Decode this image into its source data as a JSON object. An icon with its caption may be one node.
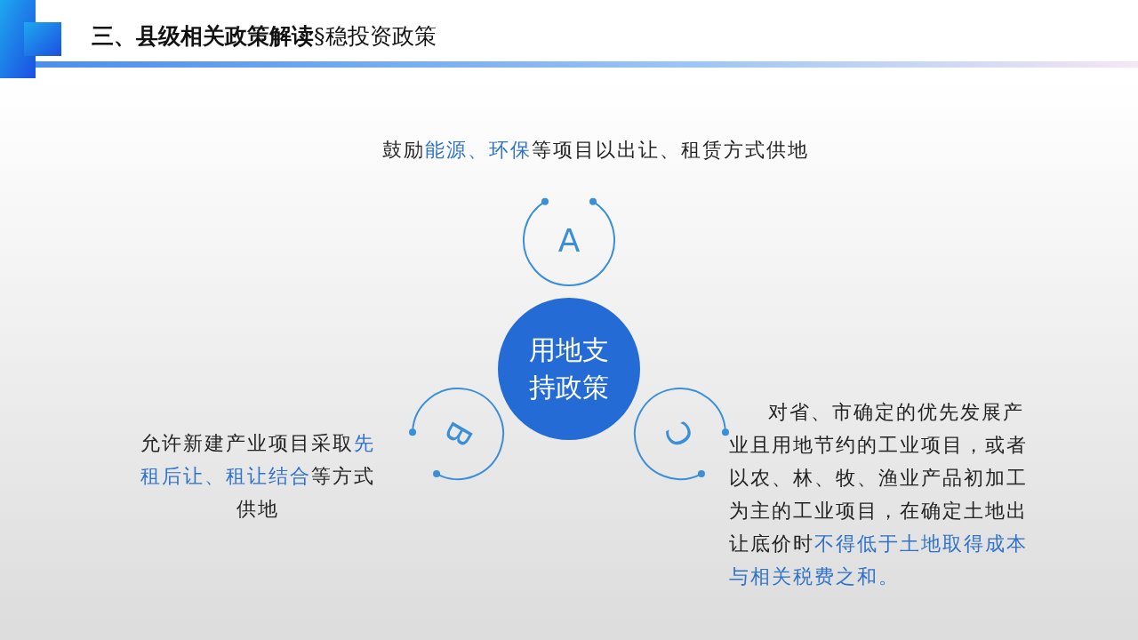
{
  "diagram": {
    "title": "**三、县级相关政策解读**§稳投资政策",
    "nodes": [
      {
        "text": [
          "用地支持政策"
        ]
      },
      {
        "text": [
          "A"
        ],
        "beside": [
          "鼓励**能源、环保**等项目以出让、租赁方式供地"
        ]
      },
      {
        "text": [
          "B"
        ],
        "beside": [
          "允许新建产业项目采取**先租后让、租让结合**等方式供地"
        ]
      },
      {
        "text": [
          "C"
        ],
        "beside": [
          "对省、市确定的优先发展产业且用地节约的工业项目，或者以农、林、牧、渔业产品初加工为主的工业项目，在确定土地出让底价时**不得低于土地取得成本与相关税费之和。**"
        ]
      }
    ]
  }
}
